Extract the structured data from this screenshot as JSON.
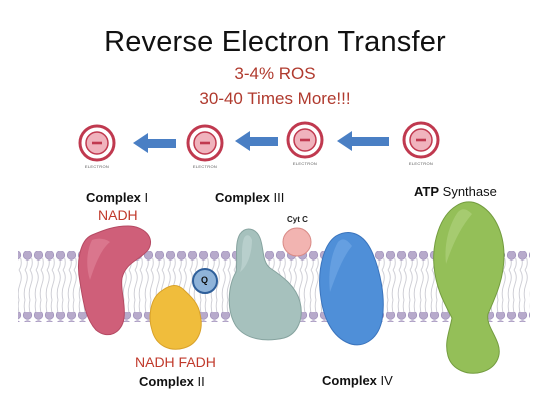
{
  "title": "Reverse Electron Transfer",
  "subtitle_line1": "3-4% ROS",
  "subtitle_line2": "30-40 Times More!!!",
  "electron_caption": "ELECTRON",
  "complex1": {
    "bold": "Complex",
    "rest": " I"
  },
  "complex1_sub": "NADH",
  "complex3": {
    "bold": "Complex",
    "rest": " III"
  },
  "atp": {
    "bold": "ATP",
    "rest": " Synthase"
  },
  "cytc": "Cyt C",
  "q": "Q",
  "nadh_fadh": "NADH FADH",
  "complex2": {
    "bold": "Complex",
    "rest": " II"
  },
  "complex4": {
    "bold": "Complex",
    "rest": " IV"
  },
  "colors": {
    "electron": "#c0394f",
    "arrow": "#4a7fc4",
    "complex1": "#cf5f79",
    "complex2": "#f0bd3c",
    "complex3": "#a6c1bd",
    "complex4": "#4f8fd8",
    "atp": "#94bf58",
    "cytc": "#f2b4b1",
    "q": "#8fb3d9"
  }
}
